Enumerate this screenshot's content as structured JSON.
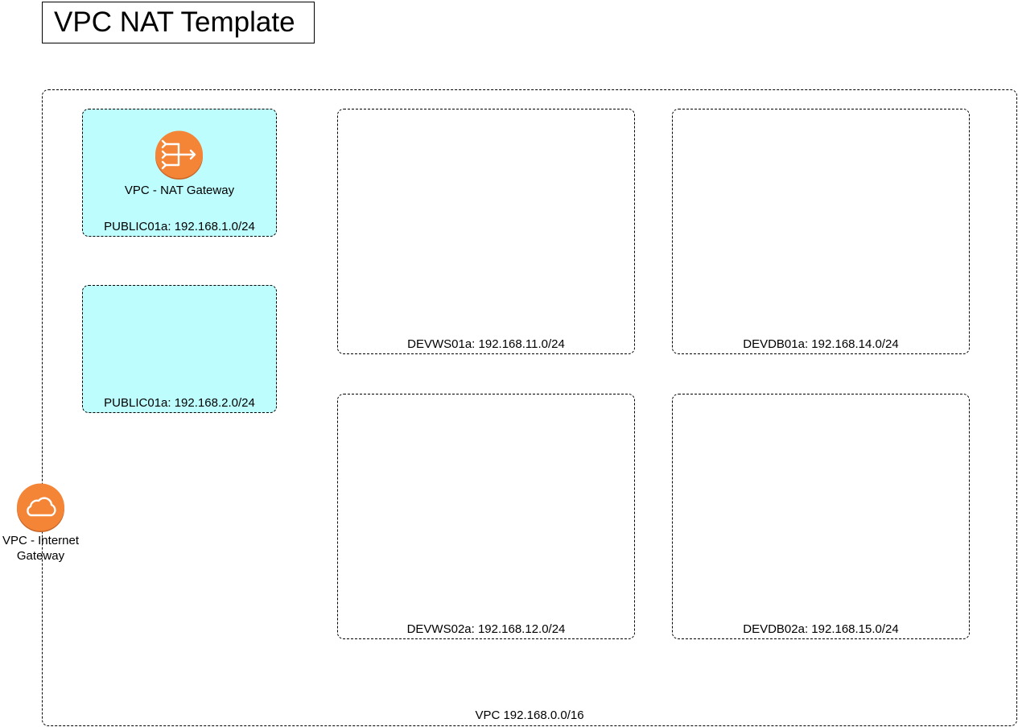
{
  "diagram": {
    "title": "VPC NAT Template",
    "vpc": {
      "label": "VPC 192.168.0.0/16"
    },
    "subnets": {
      "public_1": "PUBLIC01a: 192.168.1.0/24",
      "public_2": "PUBLIC01a: 192.168.2.0/24",
      "devws01a": "DEVWS01a: 192.168.11.0/24",
      "devws02a": "DEVWS02a: 192.168.12.0/24",
      "devdb01a": "DEVDB01a: 192.168.14.0/24",
      "devdb02a": "DEVDB02a: 192.168.15.0/24"
    },
    "nat_gateway": {
      "label": "VPC - NAT Gateway",
      "icon": "nat-gateway-icon"
    },
    "internet_gateway": {
      "label_line1": "VPC - Internet",
      "label_line2": "Gateway",
      "icon": "cloud-icon"
    },
    "colors": {
      "aws_orange": "#f58536",
      "aws_orange_shadow": "#c8662a",
      "public_subnet_fill": "#bdfdfd",
      "border": "#000000"
    }
  }
}
